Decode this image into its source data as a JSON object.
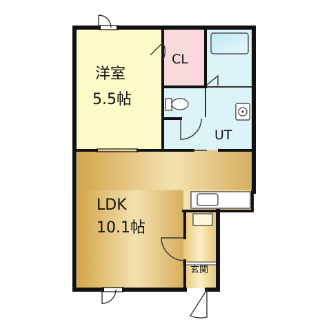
{
  "rooms": {
    "western_room": {
      "name": "洋室",
      "size": "5.5帖"
    },
    "closet": {
      "name": "CL"
    },
    "utility": {
      "name": "UT"
    },
    "ldk": {
      "name": "LDK",
      "size": "10.1帖"
    },
    "entrance": {
      "name": "玄関"
    }
  },
  "colors": {
    "western_room": "#fdfbc8",
    "closet": "#f8d9dc",
    "wet_area": "#dcf3f8",
    "ldk": "#d8b25a",
    "entrance": "#f6df9a",
    "wall": "#111111"
  }
}
